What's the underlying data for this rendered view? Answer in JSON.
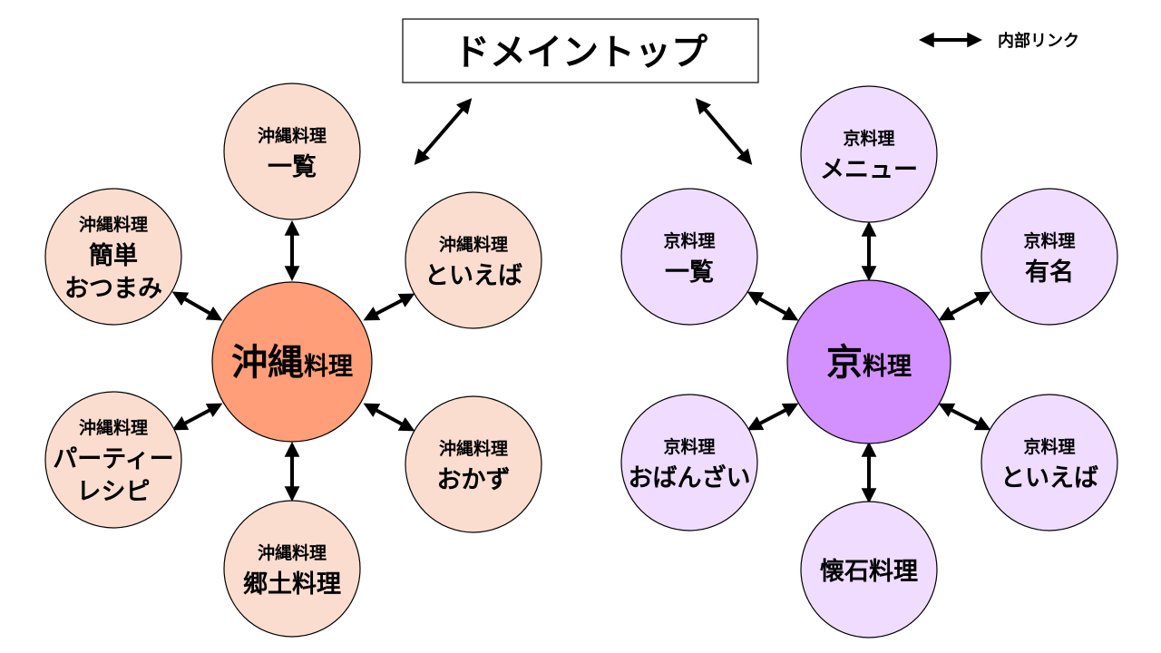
{
  "title": "ドメイントップ",
  "legend": {
    "label": "内部リンク",
    "icon": "double-arrow-icon"
  },
  "colors": {
    "okinawa_hub": "#FF9E78",
    "okinawa_node": "#FBDDD0",
    "kyo_hub": "#D391FF",
    "kyo_node": "#EFDCFF"
  },
  "okinawa": {
    "hub": {
      "big": "沖縄",
      "small": "料理"
    },
    "nodes": [
      {
        "top": "沖縄料理",
        "lines": [
          "一覧"
        ]
      },
      {
        "top": "沖縄料理",
        "lines": [
          "簡単",
          "おつまみ"
        ]
      },
      {
        "top": "沖縄料理",
        "lines": [
          "といえば"
        ]
      },
      {
        "top": "沖縄料理",
        "lines": [
          "パーティー",
          "レシピ"
        ]
      },
      {
        "top": "沖縄料理",
        "lines": [
          "おかず"
        ]
      },
      {
        "top": "沖縄料理",
        "lines": [
          "郷土料理"
        ]
      }
    ]
  },
  "kyo": {
    "hub": {
      "big": "京",
      "small": "料理"
    },
    "nodes": [
      {
        "top": "京料理",
        "lines": [
          "メニュー"
        ]
      },
      {
        "top": "京料理",
        "lines": [
          "一覧"
        ]
      },
      {
        "top": "京料理",
        "lines": [
          "有名"
        ]
      },
      {
        "top": "京料理",
        "lines": [
          "おばんざい"
        ]
      },
      {
        "top": "京料理",
        "lines": [
          "といえば"
        ]
      },
      {
        "top": "",
        "lines": [
          "懐石料理"
        ]
      }
    ]
  }
}
